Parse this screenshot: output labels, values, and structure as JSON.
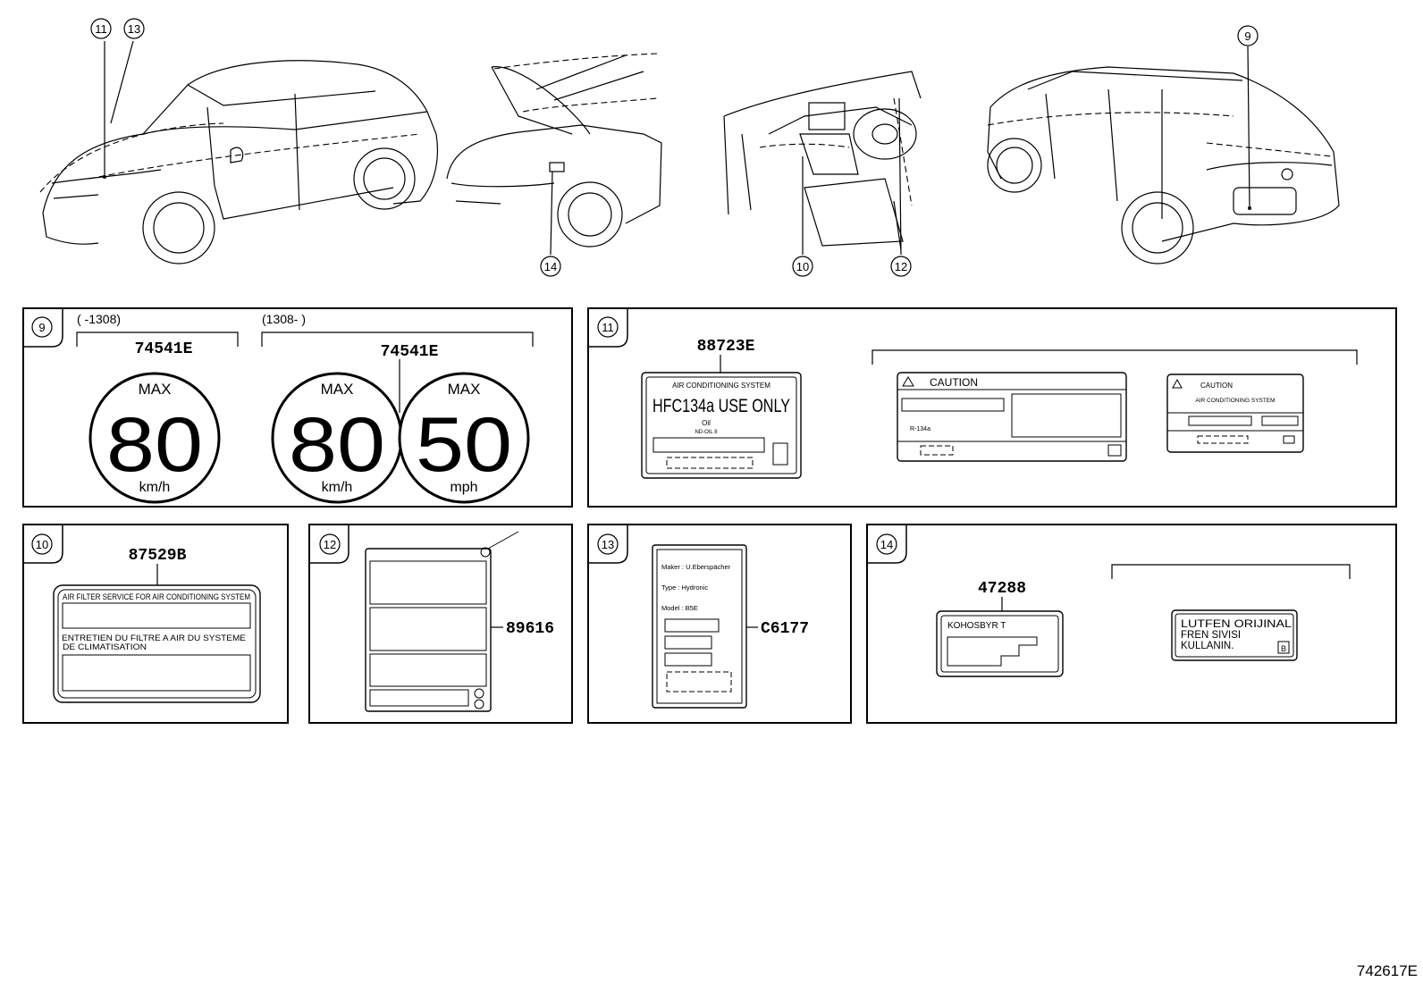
{
  "callouts": {
    "c9": "9",
    "c10": "10",
    "c11": "11",
    "c12": "12",
    "c13": "13",
    "c14": "14"
  },
  "panel9": {
    "badge": "9",
    "range_left": "(      -1308)",
    "range_right": "(1308-         )",
    "part_left": "74541E",
    "part_right": "74541E",
    "sign1": {
      "top": "MAX",
      "value": "80",
      "unit": "km/h"
    },
    "sign2": {
      "top": "MAX",
      "value": "80",
      "unit": "km/h"
    },
    "sign3": {
      "top": "MAX",
      "value": "50",
      "unit": "mph"
    }
  },
  "panel11": {
    "badge": "11",
    "part": "88723E",
    "label1_header": "AIR CONDITIONING SYSTEM",
    "label1_main": "HFC134a USE ONLY",
    "label1_oil": "Oil",
    "label1_oil_code": "ND-OIL 8",
    "label2_caution": "CAUTION",
    "label2_r134": "R-134a",
    "label3_caution": "CAUTION",
    "label3_header": "AIR CONDITIONING SYSTEM"
  },
  "panel10": {
    "badge": "10",
    "part": "87529B",
    "line_en": "AIR FILTER SERVICE FOR AIR CONDITIONING SYSTEM",
    "line_fr1": "ENTRETIEN DU FILTRE A AIR DU SYSTEME",
    "line_fr2": "DE CLIMATISATION"
  },
  "panel12": {
    "badge": "12",
    "part": "89616"
  },
  "panel13": {
    "badge": "13",
    "part": "C6177",
    "maker": "Maker : U.Eberspächer",
    "type": "Type : Hydronic",
    "model": "Model : B5E"
  },
  "panel14": {
    "badge": "14",
    "part": "47288",
    "left_text": "KOHOSBYR T",
    "right_line1": "LUTFEN ORIJINAL",
    "right_line2": "FREN SIVISI",
    "right_line3": "KULLANIN.",
    "right_badge": "B"
  },
  "figure_id": "742617E"
}
